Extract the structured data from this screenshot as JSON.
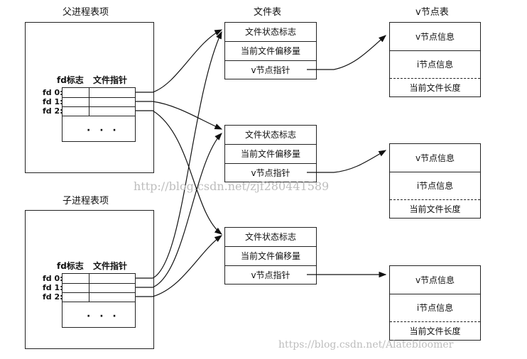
{
  "parent": {
    "title": "父进程表项",
    "header_flag": "fd标志",
    "header_ptr": "文件指针",
    "fds": [
      "fd 0:",
      "fd 1:",
      "fd 2:"
    ],
    "dots": "· · ·"
  },
  "child": {
    "title": "子进程表项",
    "header_flag": "fd标志",
    "header_ptr": "文件指针",
    "fds": [
      "fd 0:",
      "fd 1:",
      "fd 2:"
    ],
    "dots": "· · ·"
  },
  "file_table": {
    "title": "文件表",
    "entries": [
      {
        "status": "文件状态标志",
        "offset": "当前文件偏移量",
        "vptr": "v节点指针"
      },
      {
        "status": "文件状态标志",
        "offset": "当前文件偏移量",
        "vptr": "v节点指针"
      },
      {
        "status": "文件状态标志",
        "offset": "当前文件偏移量",
        "vptr": "v节点指针"
      }
    ]
  },
  "vnode_table": {
    "title": "v节点表",
    "entries": [
      {
        "vinfo": "v节点信息",
        "iinfo": "i节点信息",
        "size": "当前文件长度"
      },
      {
        "vinfo": "v节点信息",
        "iinfo": "i节点信息",
        "size": "当前文件长度"
      },
      {
        "vinfo": "v节点信息",
        "iinfo": "i节点信息",
        "size": "当前文件长度"
      }
    ]
  },
  "watermarks": {
    "center": "http://blog.csdn.net/zjf280441589",
    "bottom": "https://blog.csdn.net/Alatebloomer"
  }
}
